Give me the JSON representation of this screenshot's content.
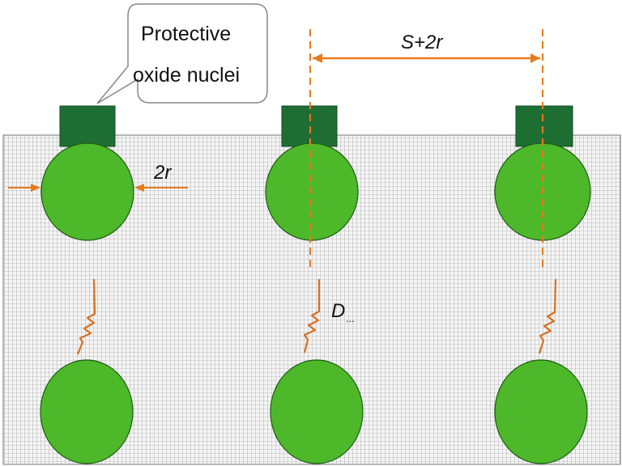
{
  "callout": {
    "line1": "Protective",
    "line2": "oxide nuclei"
  },
  "labels": {
    "spacing": "S+2r",
    "radius": "2r",
    "diffusion": "D",
    "diffusion_subscript": "..."
  },
  "colors": {
    "nucleus_fill": "#4cb82a",
    "nucleus_stroke": "#1f5a14",
    "oxide_cap": "#1e6e34",
    "dimension_line": "#e87a1e",
    "substrate_grid": "#8a8a8a"
  }
}
